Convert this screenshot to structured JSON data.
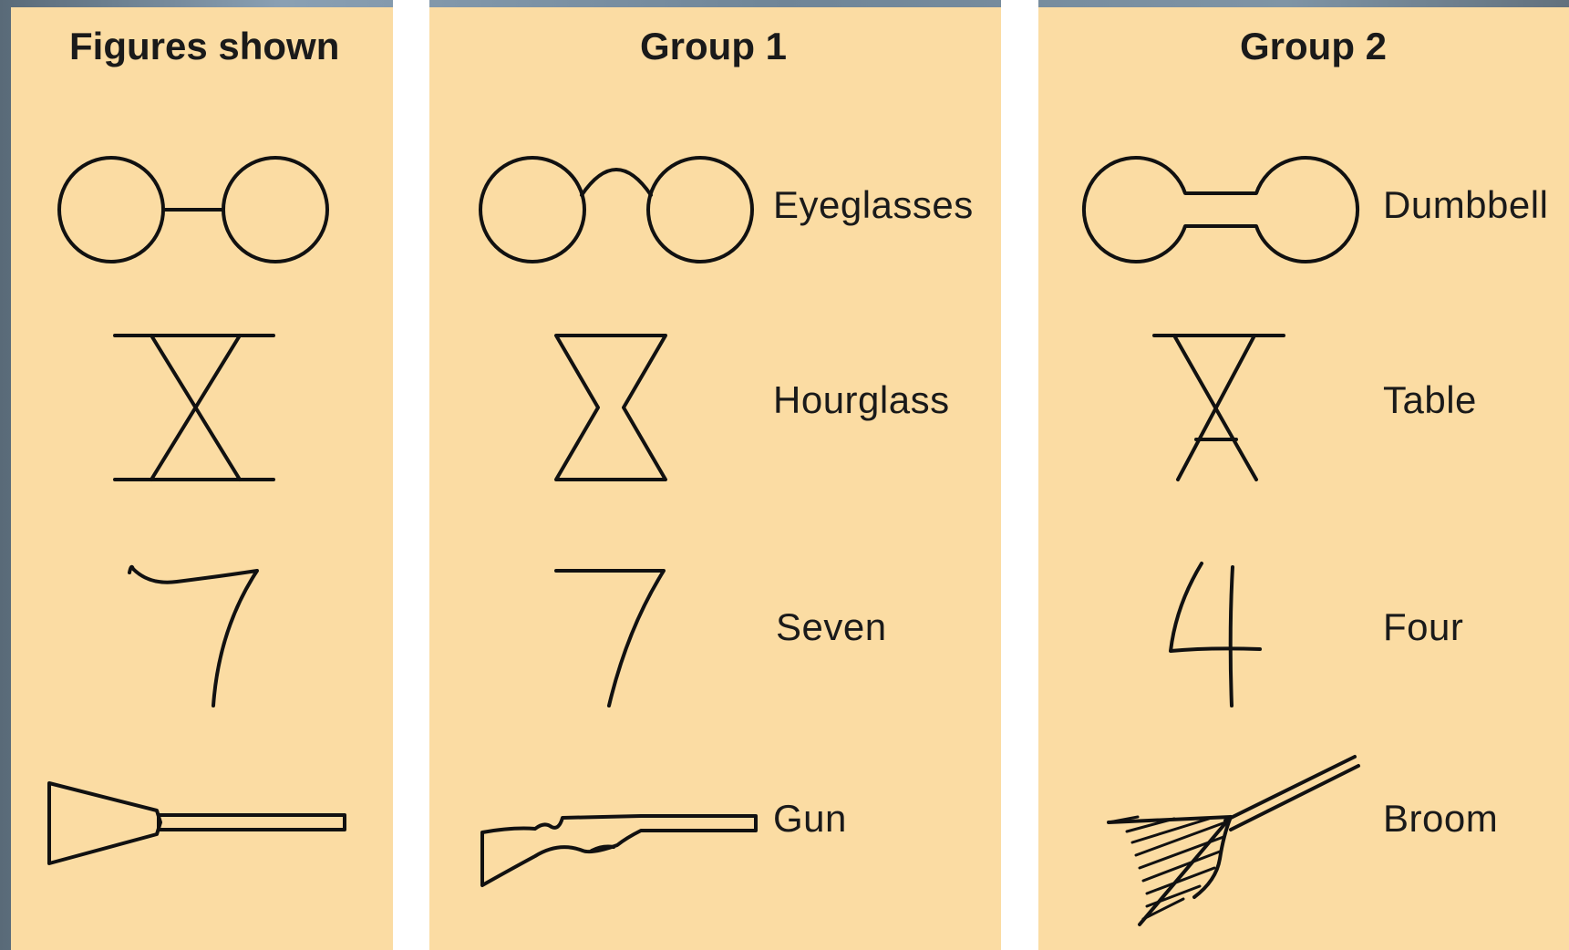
{
  "columns": [
    {
      "heading": "Figures shown"
    },
    {
      "heading": "Group 1"
    },
    {
      "heading": "Group 2"
    }
  ],
  "group1_labels": [
    "Eyeglasses",
    "Hourglass",
    "Seven",
    "Gun"
  ],
  "group2_labels": [
    "Dumbbell",
    "Table",
    "Four",
    "Broom"
  ],
  "colors": {
    "panel": "#fbdca3",
    "ink": "#111111",
    "gap": "#ffffff"
  }
}
